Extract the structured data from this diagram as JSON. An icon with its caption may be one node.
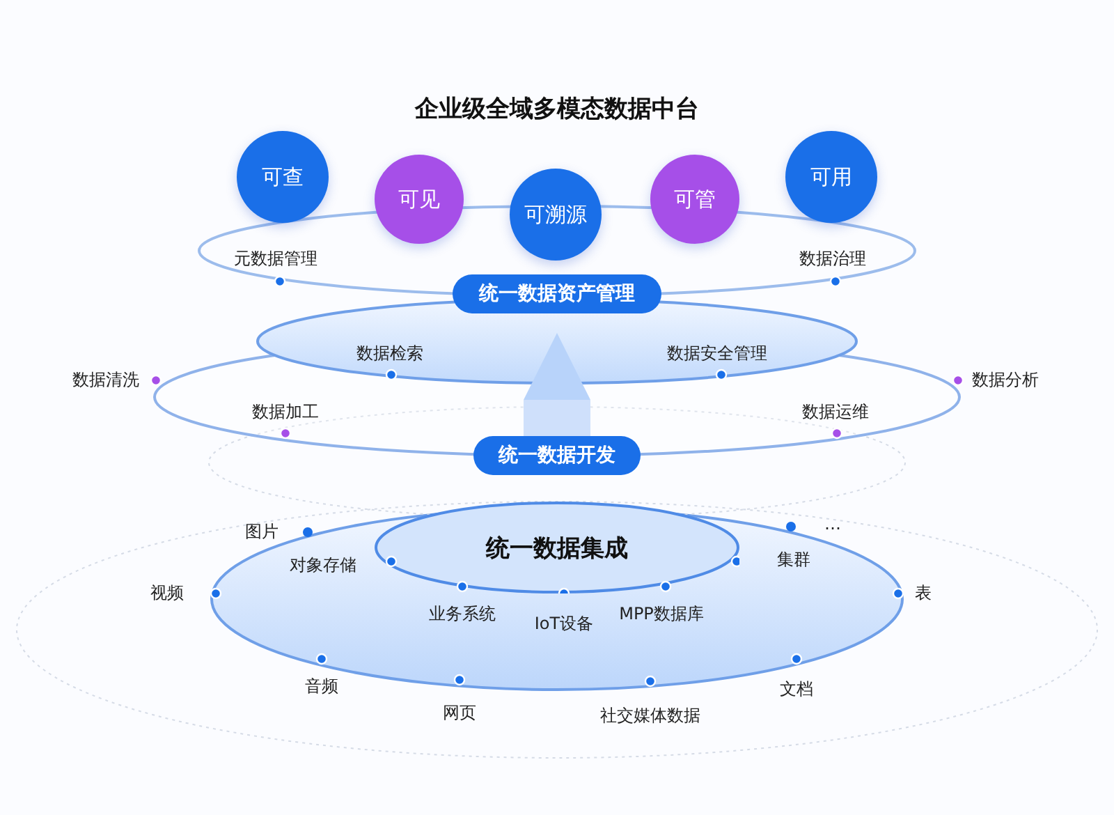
{
  "diagram": {
    "title": "企业级全域多模态数据中台",
    "nodes": [
      {
        "text": [
          "可查"
        ]
      },
      {
        "text": [
          "可见"
        ]
      },
      {
        "text": [
          "可溯源"
        ]
      },
      {
        "text": [
          "可管"
        ]
      },
      {
        "text": [
          "可用"
        ]
      },
      {
        "text": [
          "统一数据资产管理"
        ]
      },
      {
        "text": [
          "统一数据开发"
        ]
      },
      {
        "text": [
          "统一数据集成"
        ]
      }
    ],
    "edges": [
      {
        "from": 6,
        "to": 5,
        "arrow": "to"
      }
    ],
    "labels": [
      "元数据管理",
      "数据治理",
      "数据检索",
      "数据安全管理",
      "数据清洗",
      "数据分析",
      "数据加工",
      "数据运维",
      "图片",
      "…",
      "对象存储",
      "集群",
      "视频",
      "表",
      "业务系统",
      "MPP数据库",
      "IoT设备",
      "音频",
      "文档",
      "网页",
      "社交媒体数据"
    ]
  }
}
